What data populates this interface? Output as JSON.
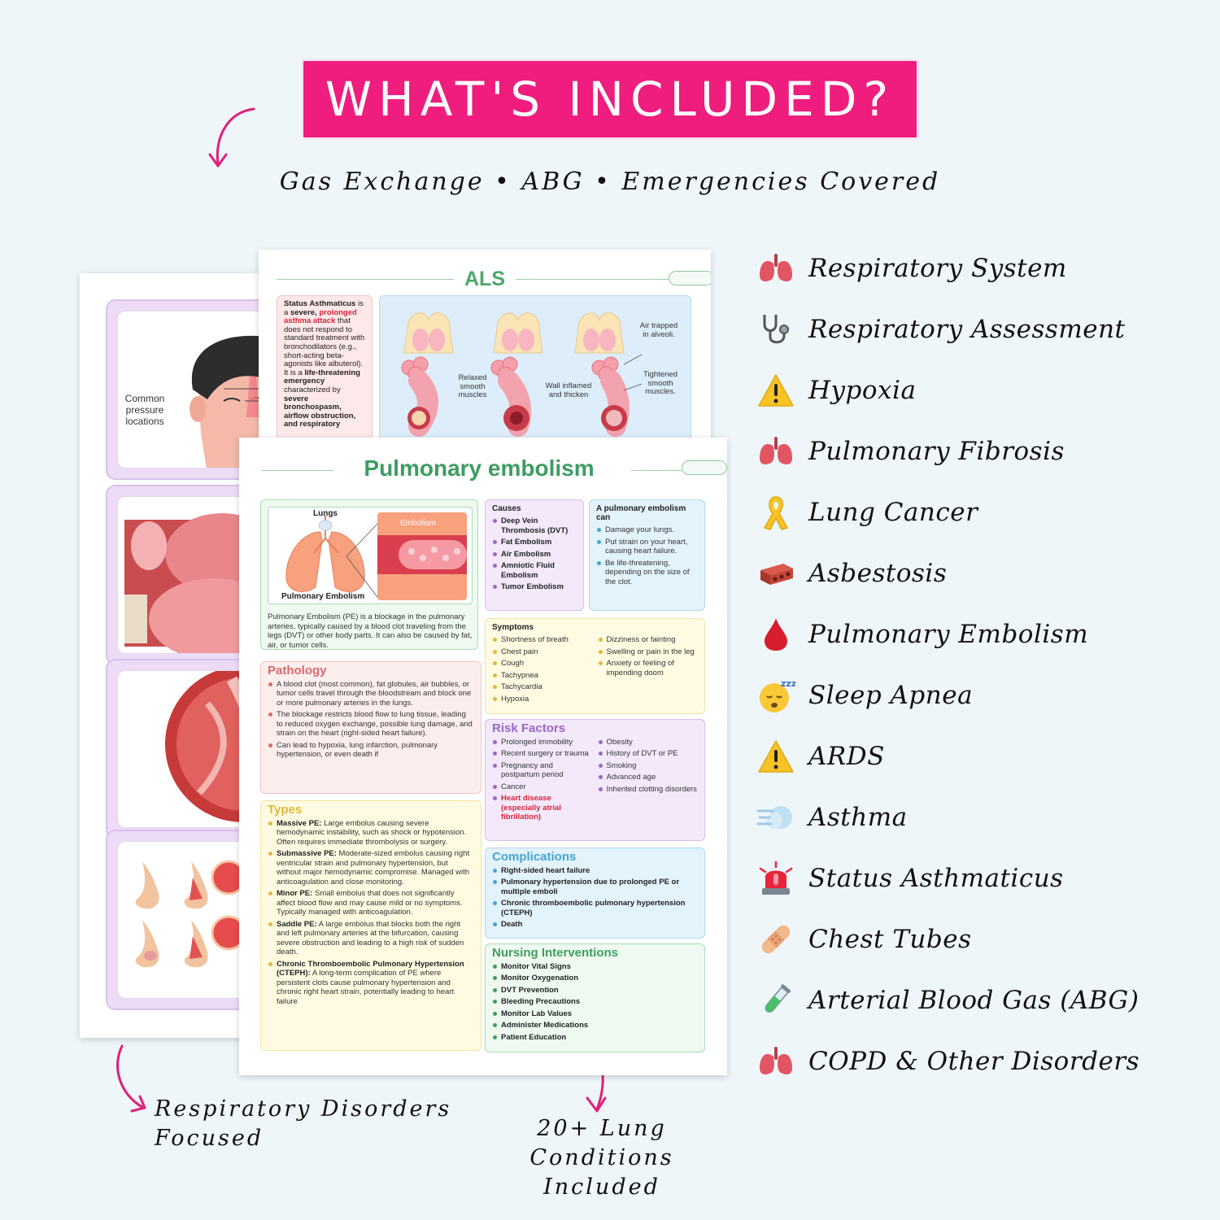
{
  "header": {
    "title": "WHAT'S INCLUDED?",
    "subtitle": "Gas Exchange • ABG • Emergencies Covered"
  },
  "colors": {
    "banner": "#ee1d7e",
    "background": "#eef6fa",
    "arrow": "#e0207a",
    "green_heading": "#3e9c62"
  },
  "notes": {
    "left_line1": "Respiratory Disorders",
    "left_line2": "Focused",
    "center_line1": "20+ Lung Conditions",
    "center_line2": "Included"
  },
  "flashcards": {
    "pressure_label": "Common pressure locations"
  },
  "als": {
    "title": "ALS",
    "intro_parts": [
      "Status Asthmaticus",
      " is a ",
      "severe, ",
      "prolonged asthma attack",
      " that does not respond to standard treatment with bronchodilators (e.g., short-acting beta-agonists like albuterol). It is a ",
      "life-threatening emergency",
      " characterized by ",
      "severe bronchospasm, airflow obstruction, and respiratory"
    ],
    "figure_labels": {
      "relaxed": "Relaxed smooth muscles",
      "wall": "Wall inflamed and thicken",
      "air": "Air trapped in alveoli.",
      "tightened": "Tightened smooth muscles."
    }
  },
  "pe": {
    "title": "Pulmonary embolism",
    "figure": {
      "lungs": "Lungs",
      "embolism": "Embolism",
      "caption": "Pulmonary Embolism"
    },
    "intro": "Pulmonary Embolism (PE) is a blockage in the pulmonary arteries, typically caused by a blood clot traveling from the legs (DVT) or other body parts. It can also be caused by fat, air, or tumor cells.",
    "causes": {
      "heading": "Causes",
      "items": [
        "Deep Vein Thrombosis (DVT)",
        "Fat Embolism",
        "Air Embolism",
        "Amniotic Fluid Embolism",
        "Tumor Embolism"
      ]
    },
    "can": {
      "heading": "A pulmonary embolism can",
      "items": [
        "Damage your lungs.",
        "Put strain on your heart, causing heart failure.",
        "Be life-threatening, depending on the size of the clot."
      ]
    },
    "pathology": {
      "heading": "Pathology",
      "items": [
        "A blood clot (most common), fat globules, air bubbles, or tumor cells travel through the bloodstream and block one or more pulmonary arteries in the lungs.",
        "The blockage restricts blood flow to lung tissue, leading to reduced oxygen exchange, possible lung damage, and strain on the heart (right-sided heart failure).",
        "Can lead to hypoxia, lung infarction, pulmonary hypertension, or even death if"
      ]
    },
    "symptoms": {
      "heading": "Symptoms",
      "col1": [
        "Shortness of breath",
        "Chest pain",
        "Cough",
        "Tachypnea",
        "Tachycardia",
        "Hypoxia"
      ],
      "col2": [
        "Dizziness or fainting",
        "Swelling or pain in the leg",
        "Anxiety or feeling of impending doom"
      ]
    },
    "risk": {
      "heading": "Risk Factors",
      "col1": [
        "Prolonged immobility",
        "Recent surgery or trauma",
        "Pregnancy and postpartum period",
        "Cancer",
        "Heart disease (especially atrial fibrillation)"
      ],
      "col2": [
        "Obesity",
        "History of DVT or PE",
        "Smoking",
        "Advanced age",
        "Inherited clotting disorders"
      ]
    },
    "types": {
      "heading": "Types",
      "items": [
        {
          "term": "Massive PE:",
          "desc": " Large embolus causing severe hemodynamic instability, such as shock or hypotension. Often requires immediate thrombolysis or surgery."
        },
        {
          "term": "Submassive PE:",
          "desc": " Moderate-sized embolus causing right ventricular strain and pulmonary hypertension, but without major hemodynamic compromise. Managed with anticoagulation and close monitoring."
        },
        {
          "term": "Minor PE:",
          "desc": " Small embolus that does not significantly affect blood flow and may cause mild or no symptoms. Typically managed with anticoagulation."
        },
        {
          "term": "Saddle PE:",
          "desc": " A large embolus that blocks both the right and left pulmonary arteries at the bifurcation, causing severe obstruction and leading to a high risk of sudden death."
        },
        {
          "term": "Chronic Thromboembolic Pulmonary Hypertension (CTEPH):",
          "desc": " A long-term complication of PE where persistent clots cause pulmonary hypertension and chronic right heart strain, potentially leading to heart failure"
        }
      ]
    },
    "complications": {
      "heading": "Complications",
      "items": [
        "Right-sided heart failure",
        "Pulmonary hypertension due to prolonged PE or multiple emboli",
        "Chronic thromboembolic pulmonary hypertension (CTEPH)",
        "Death"
      ]
    },
    "nursing": {
      "heading": "Nursing Interventions",
      "items": [
        "Monitor Vital Signs",
        "Monitor Oxygenation",
        "DVT Prevention",
        "Bleeding Precautions",
        "Monitor Lab Values",
        "Administer Medications",
        "Patient Education"
      ]
    }
  },
  "topics": [
    {
      "label": "Respiratory System",
      "icon": "lungs-icon"
    },
    {
      "label": "Respiratory Assessment",
      "icon": "stethoscope-icon"
    },
    {
      "label": "Hypoxia",
      "icon": "warning-icon"
    },
    {
      "label": "Pulmonary Fibrosis",
      "icon": "lungs-icon"
    },
    {
      "label": "Lung Cancer",
      "icon": "ribbon-icon"
    },
    {
      "label": "Asbestosis",
      "icon": "brick-icon"
    },
    {
      "label": "Pulmonary Embolism",
      "icon": "blood-drop-icon"
    },
    {
      "label": "Sleep Apnea",
      "icon": "sleeping-face-icon"
    },
    {
      "label": "ARDS",
      "icon": "warning-icon"
    },
    {
      "label": "Asthma",
      "icon": "wind-icon"
    },
    {
      "label": "Status Asthmaticus",
      "icon": "siren-icon"
    },
    {
      "label": "Chest Tubes",
      "icon": "bandage-icon"
    },
    {
      "label": "Arterial Blood Gas (ABG)",
      "icon": "test-tube-icon"
    },
    {
      "label": "COPD & Other Disorders",
      "icon": "lungs-icon"
    }
  ]
}
